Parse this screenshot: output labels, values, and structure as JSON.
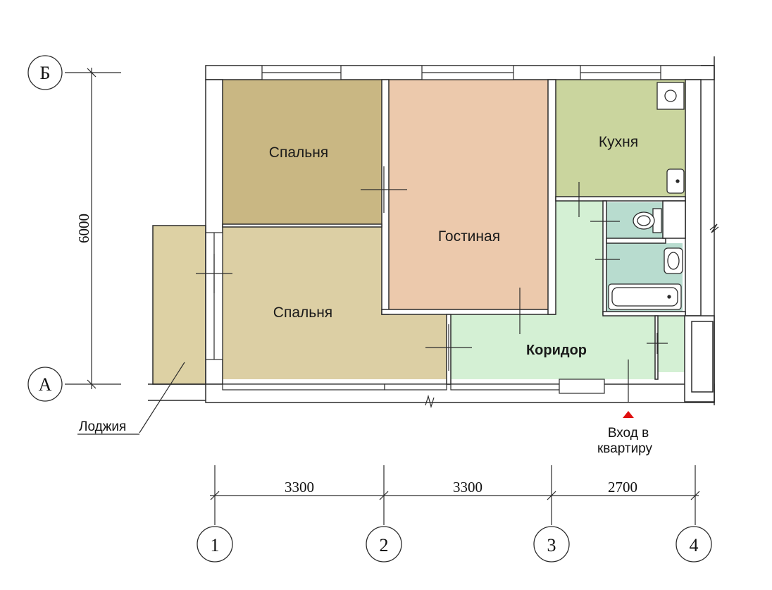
{
  "rooms": {
    "bedroom_top": "Спальня",
    "bedroom_bottom": "Спальня",
    "living": "Гостиная",
    "kitchen": "Кухня",
    "corridor": "Коридор"
  },
  "loggia": "Лоджия",
  "entrance": {
    "line1": "Вход в",
    "line2": "квартиру"
  },
  "axes": {
    "rows": [
      "Б",
      "А"
    ],
    "columns": [
      "1",
      "2",
      "3",
      "4"
    ]
  },
  "dimensions": {
    "vertical": "6000",
    "horizontal": [
      "3300",
      "3300",
      "2700"
    ]
  },
  "colors": {
    "bedroom_top": "#c9b783",
    "bedroom_bottom": "#dccfa4",
    "living": "#ecc9ac",
    "kitchen": "#cad59e",
    "corridor": "#d4f0d4",
    "bath": "#b8dccf",
    "loggia": "#ddd1a4",
    "wall": "#ffffff",
    "line": "#2b2b2b",
    "entrance_marker": "#e01010"
  }
}
